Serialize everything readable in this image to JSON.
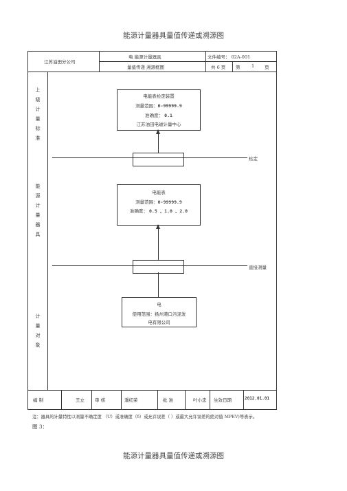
{
  "doc": {
    "title": "能源计量器具量值传递或溯源图",
    "footer_title": "能源计量器具量值传递或溯源图",
    "figure_label": "图 3："
  },
  "header": {
    "company": "江苏油田分公司",
    "subject_line1": "电    能源计量器具",
    "subject_line2": "量值传递 溯源框图",
    "file_no": "文件编号： 02A-001",
    "pages_total": "共 6 页",
    "page_no_prefix": "第",
    "page_no": "1",
    "page_no_suffix": "页"
  },
  "sections": {
    "upper": [
      "上",
      "級",
      "计",
      "量",
      "标",
      "准"
    ],
    "middle": [
      "能",
      "源",
      "计",
      "量",
      "器",
      "具"
    ],
    "lower": [
      "计",
      "量",
      "对",
      "象"
    ]
  },
  "boxes": {
    "standard": {
      "name": "电能表检定装置",
      "range_label": "测量范围：",
      "range_value": "0-99999.9",
      "accuracy_label": "准确度：",
      "accuracy_value": "0.1",
      "org": "江苏油田电磁计量中心"
    },
    "meter": {
      "name": "电能表",
      "range_label": "测量范围：",
      "range_value": "0-99999.9",
      "accuracy_label": "准确度：",
      "accuracy_value": "0.5 、1.0 、2.0"
    },
    "object": {
      "name": "电",
      "usage": "使用范围：扬州港口污泥发",
      "usage2": "电有限公司"
    }
  },
  "lines": {
    "verify_label": "检定",
    "direct_label": "直接测量"
  },
  "signoff": {
    "prepared_label": "编    制",
    "prepared_by": "王立",
    "review_label": "审    核",
    "reviewed_by": "潘红荣",
    "approve_label": "批    准",
    "approved_by": "叶小忠",
    "effective_label": "生效日期",
    "effective_date": "2012.01.01"
  },
  "note": "注：器具的计量特性以测量不确定度     （U）或准确度（δ）或允许误差（   ）或最大允许误差的绝对值     MPEV)等表示。"
}
